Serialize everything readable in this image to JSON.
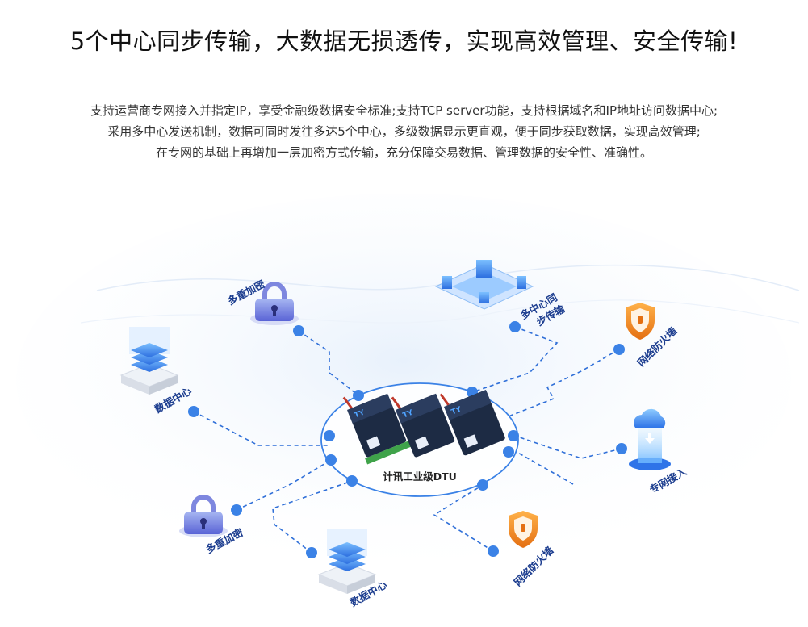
{
  "headline": "5个中心同步传输，大数据无损透传，实现高效管理、安全传输!",
  "description": [
    "支持运营商专网接入并指定IP，享受金融级数据安全标准;支持TCP server功能，支持根据域名和IP地址访问数据中心;",
    "采用多中心发送机制，数据可同时发往多达5个中心，多级数据显示更直观，便于同步获取数据，实现高效管理;",
    "在专网的基础上再增加一层加密方式传输，充分保障交易数据、管理数据的安全性、准确性。"
  ],
  "diagram": {
    "center_label": "计讯工业级DTU",
    "device_brand": "TY",
    "nodes": {
      "encrypt_top": "多重加密",
      "data_center_left": "数据中心",
      "encrypt_bottom": "多重加密",
      "data_center_bottom": "数据中心",
      "multi_center_line1": "多中心同",
      "multi_center_line2": "步传输",
      "firewall_right": "网络防火墙",
      "private_network": "专网接入",
      "firewall_bottom": "网络防火墙"
    }
  },
  "colors": {
    "accent_blue": "#3b82e6",
    "label_blue": "#1c3d8f",
    "shield_orange": "#f08a24",
    "lock_purple": "#6f79e0"
  }
}
